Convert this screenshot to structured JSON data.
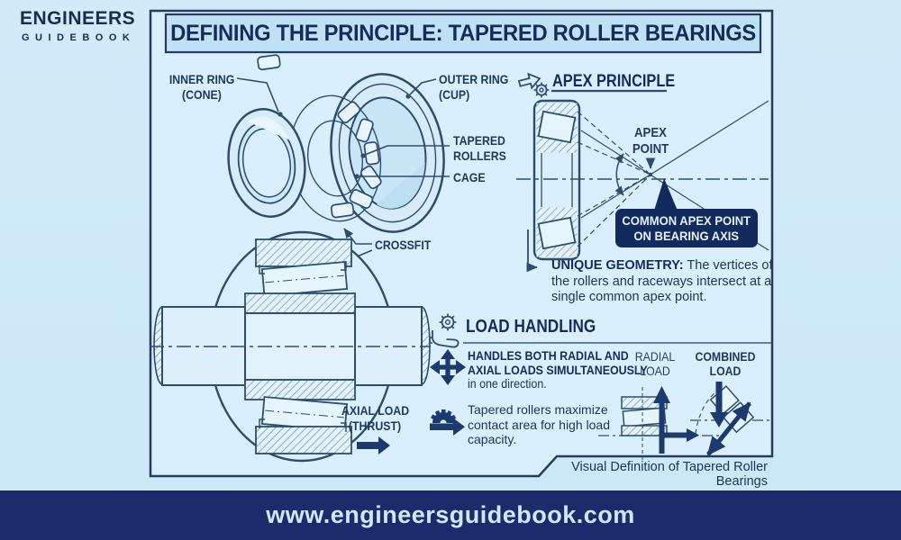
{
  "logo": {
    "title": "ENGINEERS",
    "subtitle": "GUIDEBOOK"
  },
  "header": {
    "title": "DEFINING THE PRINCIPLE: TAPERED ROLLER BEARINGS"
  },
  "exploded": {
    "inner_ring": {
      "line1": "INNER RING",
      "line2": "(CONE)"
    },
    "outer_ring": {
      "line1": "OUTER RING",
      "line2": "(CUP)"
    },
    "rollers": {
      "line1": "TAPERED",
      "line2": "ROLLERS"
    },
    "cage": "CAGE",
    "crossfit": "CROSSFIT",
    "axial": {
      "line1": "AXIAL LOAD",
      "line2": "(THRUST)"
    }
  },
  "apex": {
    "heading": "APEX PRINCIPLE",
    "point": {
      "line1": "APEX",
      "line2": "POINT"
    },
    "badge": {
      "line1": "COMMON APEX POINT",
      "line2": "ON BEARING AXIS"
    },
    "geometry": {
      "bold": "UNIQUE GEOMETRY:",
      "text": " The vertices of the rollers and raceways intersect at a single common apex point."
    }
  },
  "load": {
    "heading": "LOAD HANDLING",
    "bullet1": {
      "line1": "HANDLES BOTH RADIAL AND",
      "line2": "AXIAL LOADS SIMULTANEOUSLY",
      "line3": "in one direction."
    },
    "radial": {
      "line1": "RADIAL",
      "line2": "LOAD"
    },
    "combined": {
      "line1": "COMBINED",
      "line2": "LOAD"
    },
    "bullet2": "Tapered rollers maximize contact area for high load capacity."
  },
  "footer": {
    "caption": "Visual Definition of Tapered Roller Bearings",
    "url": "www.engineersguidebook.com"
  },
  "colors": {
    "background": "#cde8f7",
    "panel": "#d9effb",
    "title_band": "#bfe1f4",
    "navy_text": "#132c5c",
    "line_art": "#2e4d6e",
    "badge_bg": "#122a5c",
    "bottom_bar": "#1c2b6c",
    "bottom_text": "#cfe9fc",
    "arrow_navy": "#1c3a6e"
  }
}
